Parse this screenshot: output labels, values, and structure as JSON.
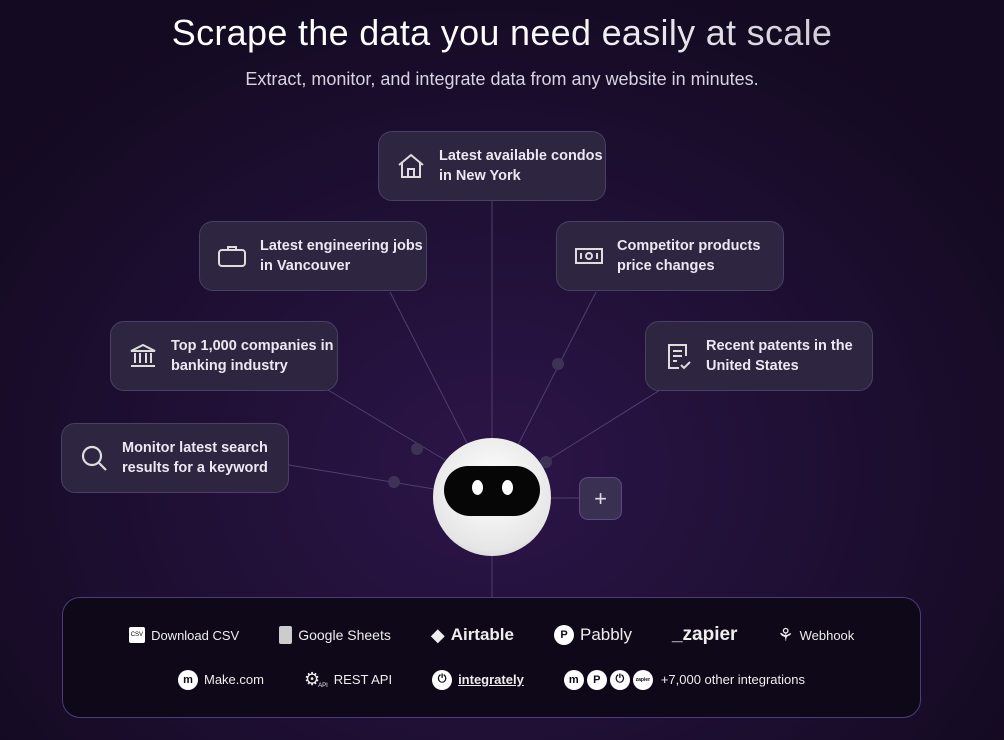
{
  "header": {
    "title": "Scrape the data you need easily at scale",
    "subtitle": "Extract, monitor, and integrate data from any website in minutes."
  },
  "cards": [
    {
      "icon": "house-icon",
      "text": "Latest available condos in New York"
    },
    {
      "icon": "briefcase-icon",
      "text": "Latest engineering jobs in Vancouver"
    },
    {
      "icon": "price-tag-icon",
      "text": "Competitor products price changes"
    },
    {
      "icon": "bank-icon",
      "text": "Top 1,000 companies in banking industry"
    },
    {
      "icon": "document-check-icon",
      "text": "Recent patents in the United States"
    },
    {
      "icon": "search-icon",
      "text": "Monitor latest search results for a keyword"
    }
  ],
  "add_button": "+",
  "integrations": {
    "row1": [
      "Download CSV",
      "Google Sheets",
      "Airtable",
      "Pabbly",
      "_zapier",
      "Webhook"
    ],
    "row2": [
      "Make.com",
      "REST API",
      "integrately",
      "+7,000 other integrations"
    ],
    "csv_badge": "CSV",
    "api_badge": "API",
    "mini_zapier": "zapier"
  }
}
